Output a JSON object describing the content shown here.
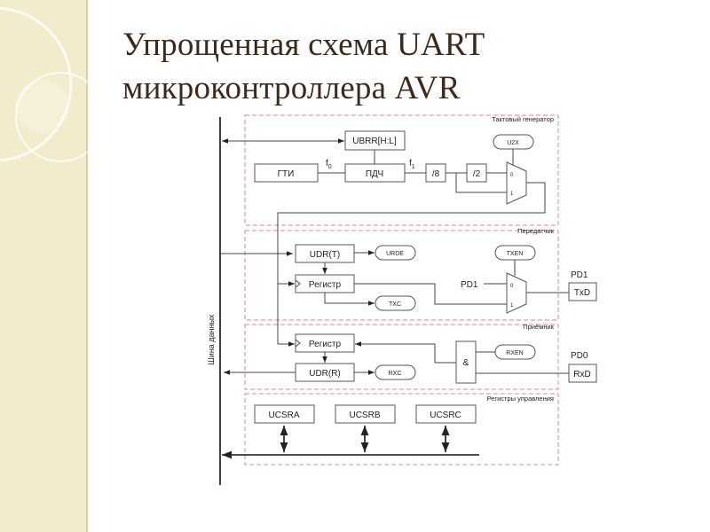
{
  "slide": {
    "title_line1": "Упрощенная схема UART",
    "title_line2": "микроконтроллера AVR"
  },
  "colors": {
    "side_panel": "#f2eccd",
    "title": "#3d2a1c",
    "section_border": "#d08a8a"
  },
  "diagram": {
    "bus_label": "Шина данных",
    "sections": {
      "clock": "Тактовый генератор",
      "transmitter": "Передатчик",
      "receiver": "Приёмник",
      "control": "Регистры управления"
    },
    "blocks": {
      "ubrr": "UBRR[H:L]",
      "gti": "ГТИ",
      "pdch": "ПДЧ",
      "div8": "/8",
      "div2": "/2",
      "udr_t": "UDR(T)",
      "reg_tx": "Регистр",
      "reg_rx": "Регистр",
      "udr_r": "UDR(R)",
      "and_gate": "&",
      "ucsra": "UCSRA",
      "ucsrb": "UCSRB",
      "ucsrc": "UCSRC",
      "txd": "TxD",
      "rxd": "RxD"
    },
    "flags": {
      "u2x": "U2X",
      "urde": "URDE",
      "txc": "TXC",
      "txen": "TXEN",
      "rxc": "RXC",
      "rxen": "RXEN"
    },
    "labels": {
      "f0_base": "f",
      "f0_sub": "0",
      "f1_base": "f",
      "f1_sub": "1",
      "pd1_mux": "PD1",
      "pd1_pin": "PD1",
      "pd0_pin": "PD0",
      "mux_in0": "0",
      "mux_in1": "1"
    }
  }
}
